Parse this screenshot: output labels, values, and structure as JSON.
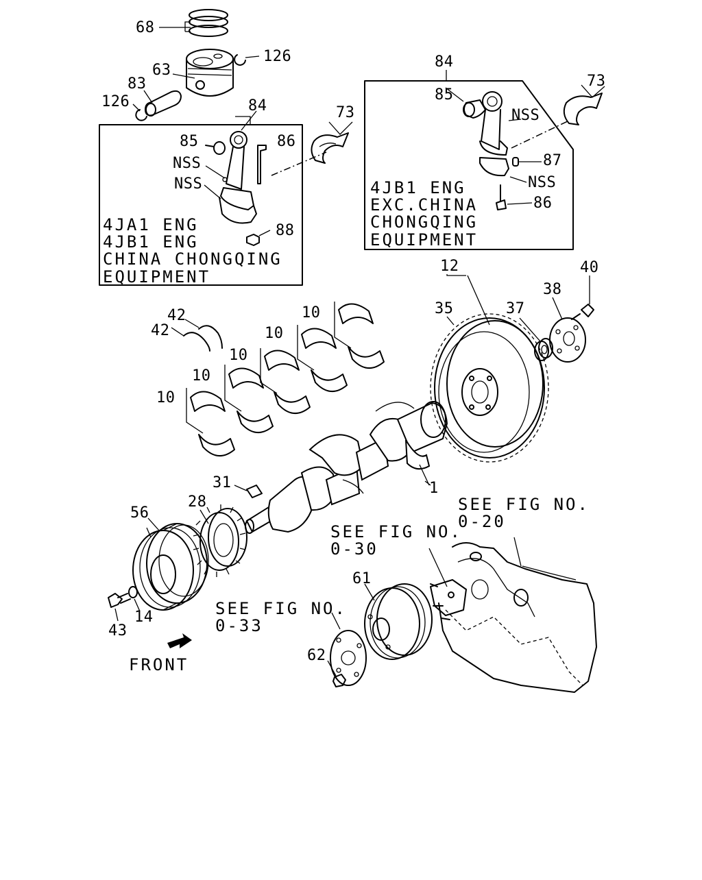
{
  "callouts": {
    "c68": "68",
    "c126a": "126",
    "c63": "63",
    "c83": "83",
    "c126b": "126",
    "c84a": "84",
    "c85a": "85",
    "c86a": "86",
    "c73a": "73",
    "nss1": "NSS",
    "nss2": "NSS",
    "c88": "88",
    "c84b": "84",
    "c85b": "85",
    "nss3": "NSS",
    "c73b": "73",
    "c87": "87",
    "nss4": "NSS",
    "c86b": "86",
    "c12": "12",
    "c35": "35",
    "c37": "37",
    "c38": "38",
    "c40": "40",
    "c42a": "42",
    "c42b": "42",
    "c10a": "10",
    "c10b": "10",
    "c10c": "10",
    "c10d": "10",
    "c10e": "10",
    "c31": "31",
    "c28": "28",
    "c56": "56",
    "c1": "1",
    "c61": "61",
    "c62": "62",
    "c43": "43",
    "c14": "14"
  },
  "notes": {
    "left_box": [
      "4JA1 ENG",
      "4JB1 ENG",
      "CHINA CHONGQING",
      "EQUIPMENT"
    ],
    "right_box": [
      "4JB1 ENG",
      "EXC.CHINA",
      "CHONGQING",
      "EQUIPMENT"
    ],
    "see_fig_020": [
      "SEE FIG NO.",
      "0-20"
    ],
    "see_fig_030": [
      "SEE FIG NO.",
      "0-30"
    ],
    "see_fig_033": [
      "SEE FIG NO.",
      "0-33"
    ],
    "front": "FRONT"
  },
  "icons": {
    "front_arrow": "front-direction-arrow-icon"
  }
}
